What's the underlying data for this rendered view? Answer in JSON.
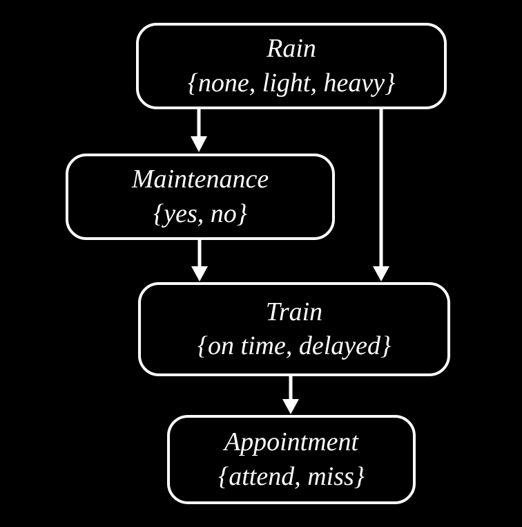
{
  "diagram": {
    "type": "bayesian-network",
    "background_color": "#000000",
    "node_border_color": "#ffffff",
    "text_color": "#ffffff",
    "nodes": [
      {
        "id": "rain",
        "label": "Rain",
        "values": "{none, light, heavy}"
      },
      {
        "id": "maintenance",
        "label": "Maintenance",
        "values": "{yes, no}"
      },
      {
        "id": "train",
        "label": "Train",
        "values": "{on time, delayed}"
      },
      {
        "id": "appointment",
        "label": "Appointment",
        "values": "{attend, miss}"
      }
    ],
    "edges": [
      {
        "from": "rain",
        "to": "maintenance"
      },
      {
        "from": "rain",
        "to": "train"
      },
      {
        "from": "maintenance",
        "to": "train"
      },
      {
        "from": "train",
        "to": "appointment"
      }
    ]
  }
}
